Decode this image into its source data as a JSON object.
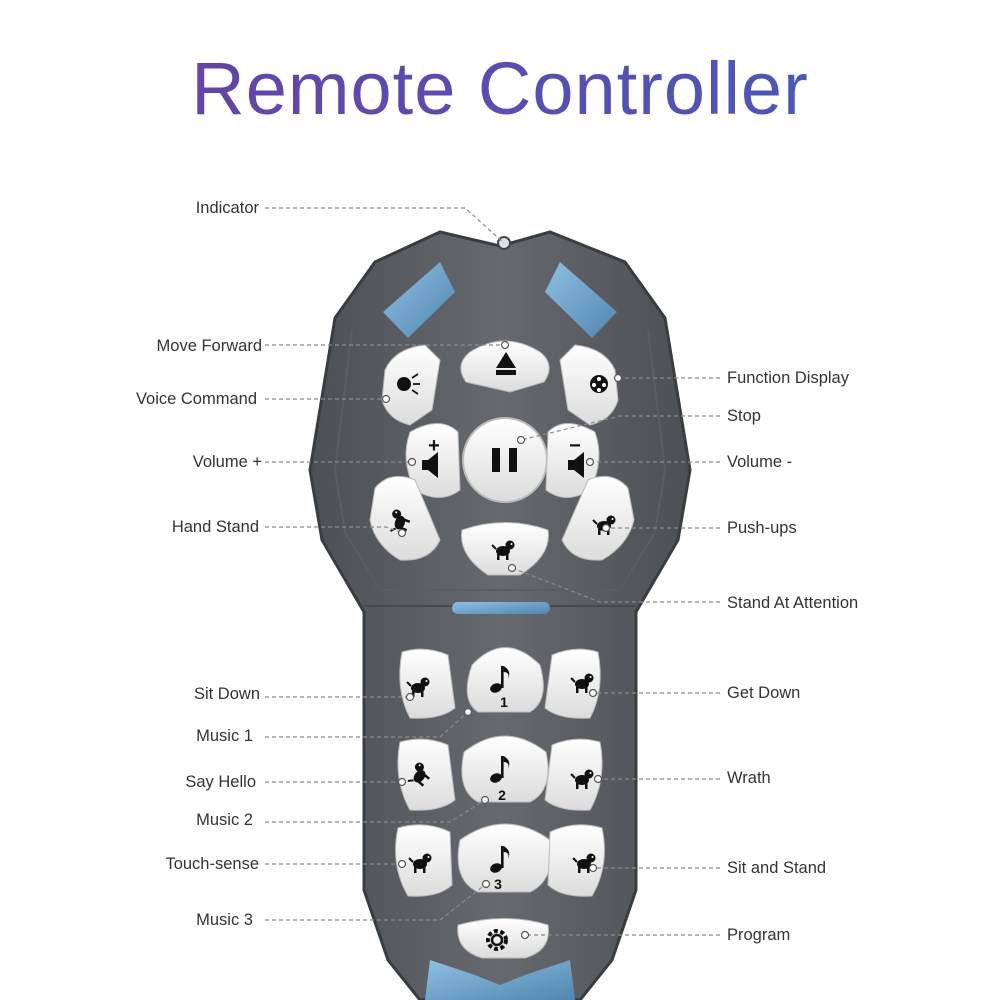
{
  "title": "Remote Controller",
  "colors": {
    "title_start": "#6a3fa5",
    "title_end": "#3f5fbf",
    "body": "#5f6266",
    "body_dark": "#45484c",
    "button": "#f1f1f1",
    "accent_blue": "#6fa7cf"
  },
  "buttons": {
    "music1_num": "1",
    "music2_num": "2",
    "music3_num": "3",
    "volume_plus_sign": "+",
    "volume_minus_sign": "−"
  },
  "labels": {
    "indicator": "Indicator",
    "move_forward": "Move Forward",
    "voice_command": "Voice Command",
    "volume_plus": "Volume +",
    "hand_stand": "Hand Stand",
    "function_display": "Function Display",
    "stop": "Stop",
    "volume_minus": "Volume -",
    "push_ups": "Push-ups",
    "stand_at_attention": "Stand At Attention",
    "sit_down": "Sit Down",
    "music_1": "Music 1",
    "say_hello": "Say Hello",
    "music_2": "Music 2",
    "touch_sense": "Touch-sense",
    "music_3": "Music 3",
    "get_down": "Get Down",
    "wrath": "Wrath",
    "sit_and_stand": "Sit and Stand",
    "program": "Program"
  },
  "icons": {
    "move_forward": "up-arrow-icon",
    "voice_command": "speaking-head-icon",
    "function_display": "film-reel-icon",
    "stop": "pause-icon",
    "volume": "speaker-icon",
    "tricks": "robot-dog-icon",
    "music": "music-note-icon",
    "program": "gear-icon"
  }
}
